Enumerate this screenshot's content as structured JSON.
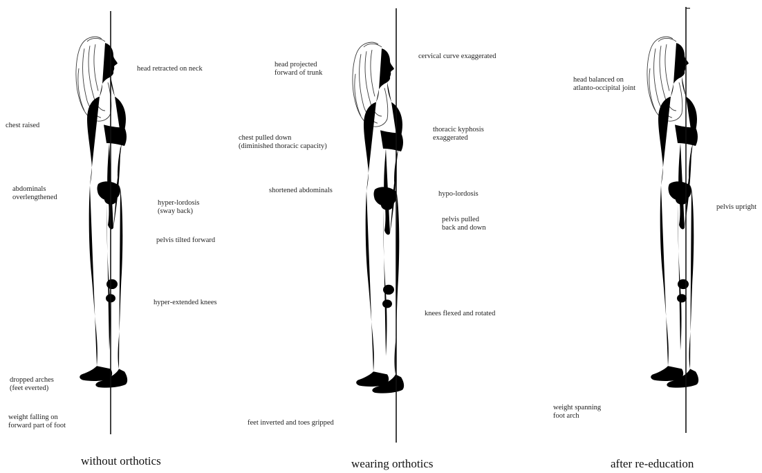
{
  "figures": [
    {
      "id": "fig1",
      "caption": "without orthotics",
      "labels": [
        "head retracted on neck",
        "chest raised",
        "abdominals\noverlengthened",
        "hyper-lordosis\n(sway back)",
        "pelvis tilted forward",
        "hyper-extended knees",
        "dropped arches\n(feet everted)",
        "weight falling on\nforward part of foot"
      ]
    },
    {
      "id": "fig2",
      "caption": "wearing orthotics",
      "labels": [
        "cervical curve exaggerated",
        "head projected\nforward of trunk",
        "chest pulled down\n(diminished thoracic capacity)",
        "thoracic kyphosis\nexaggerated",
        "shortened abdominals",
        "hypo-lordosis",
        "pelvis pulled\nback and down",
        "knees flexed and rotated",
        "feet inverted and toes gripped"
      ]
    },
    {
      "id": "fig3",
      "caption": "after re-education",
      "labels": [
        "head balanced on\natlanto-occipital joint",
        "pelvis upright",
        "weight spanning\nfoot arch"
      ]
    }
  ]
}
